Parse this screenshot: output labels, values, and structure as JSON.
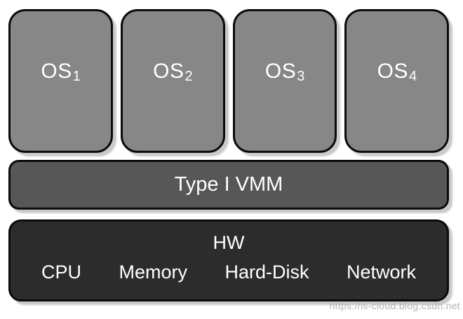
{
  "diagram": {
    "os_boxes": [
      {
        "label": "OS",
        "subscript": "1"
      },
      {
        "label": "OS",
        "subscript": "2"
      },
      {
        "label": "OS",
        "subscript": "3"
      },
      {
        "label": "OS",
        "subscript": "4"
      }
    ],
    "vmm": {
      "label": "Type I VMM"
    },
    "hw": {
      "label": "HW",
      "components": [
        "CPU",
        "Memory",
        "Hard-Disk",
        "Network"
      ]
    },
    "watermark": "https://is-cloud.blog.csdn.net",
    "colors": {
      "background": "#ffffff",
      "os_fill": "#878787",
      "vmm_fill": "#575757",
      "hw_fill": "#2c2c2c",
      "border": "#0b0b0b",
      "shadow": "#c9c9c9",
      "text": "#ffffff",
      "watermark_text": "#b4b4b4"
    }
  }
}
